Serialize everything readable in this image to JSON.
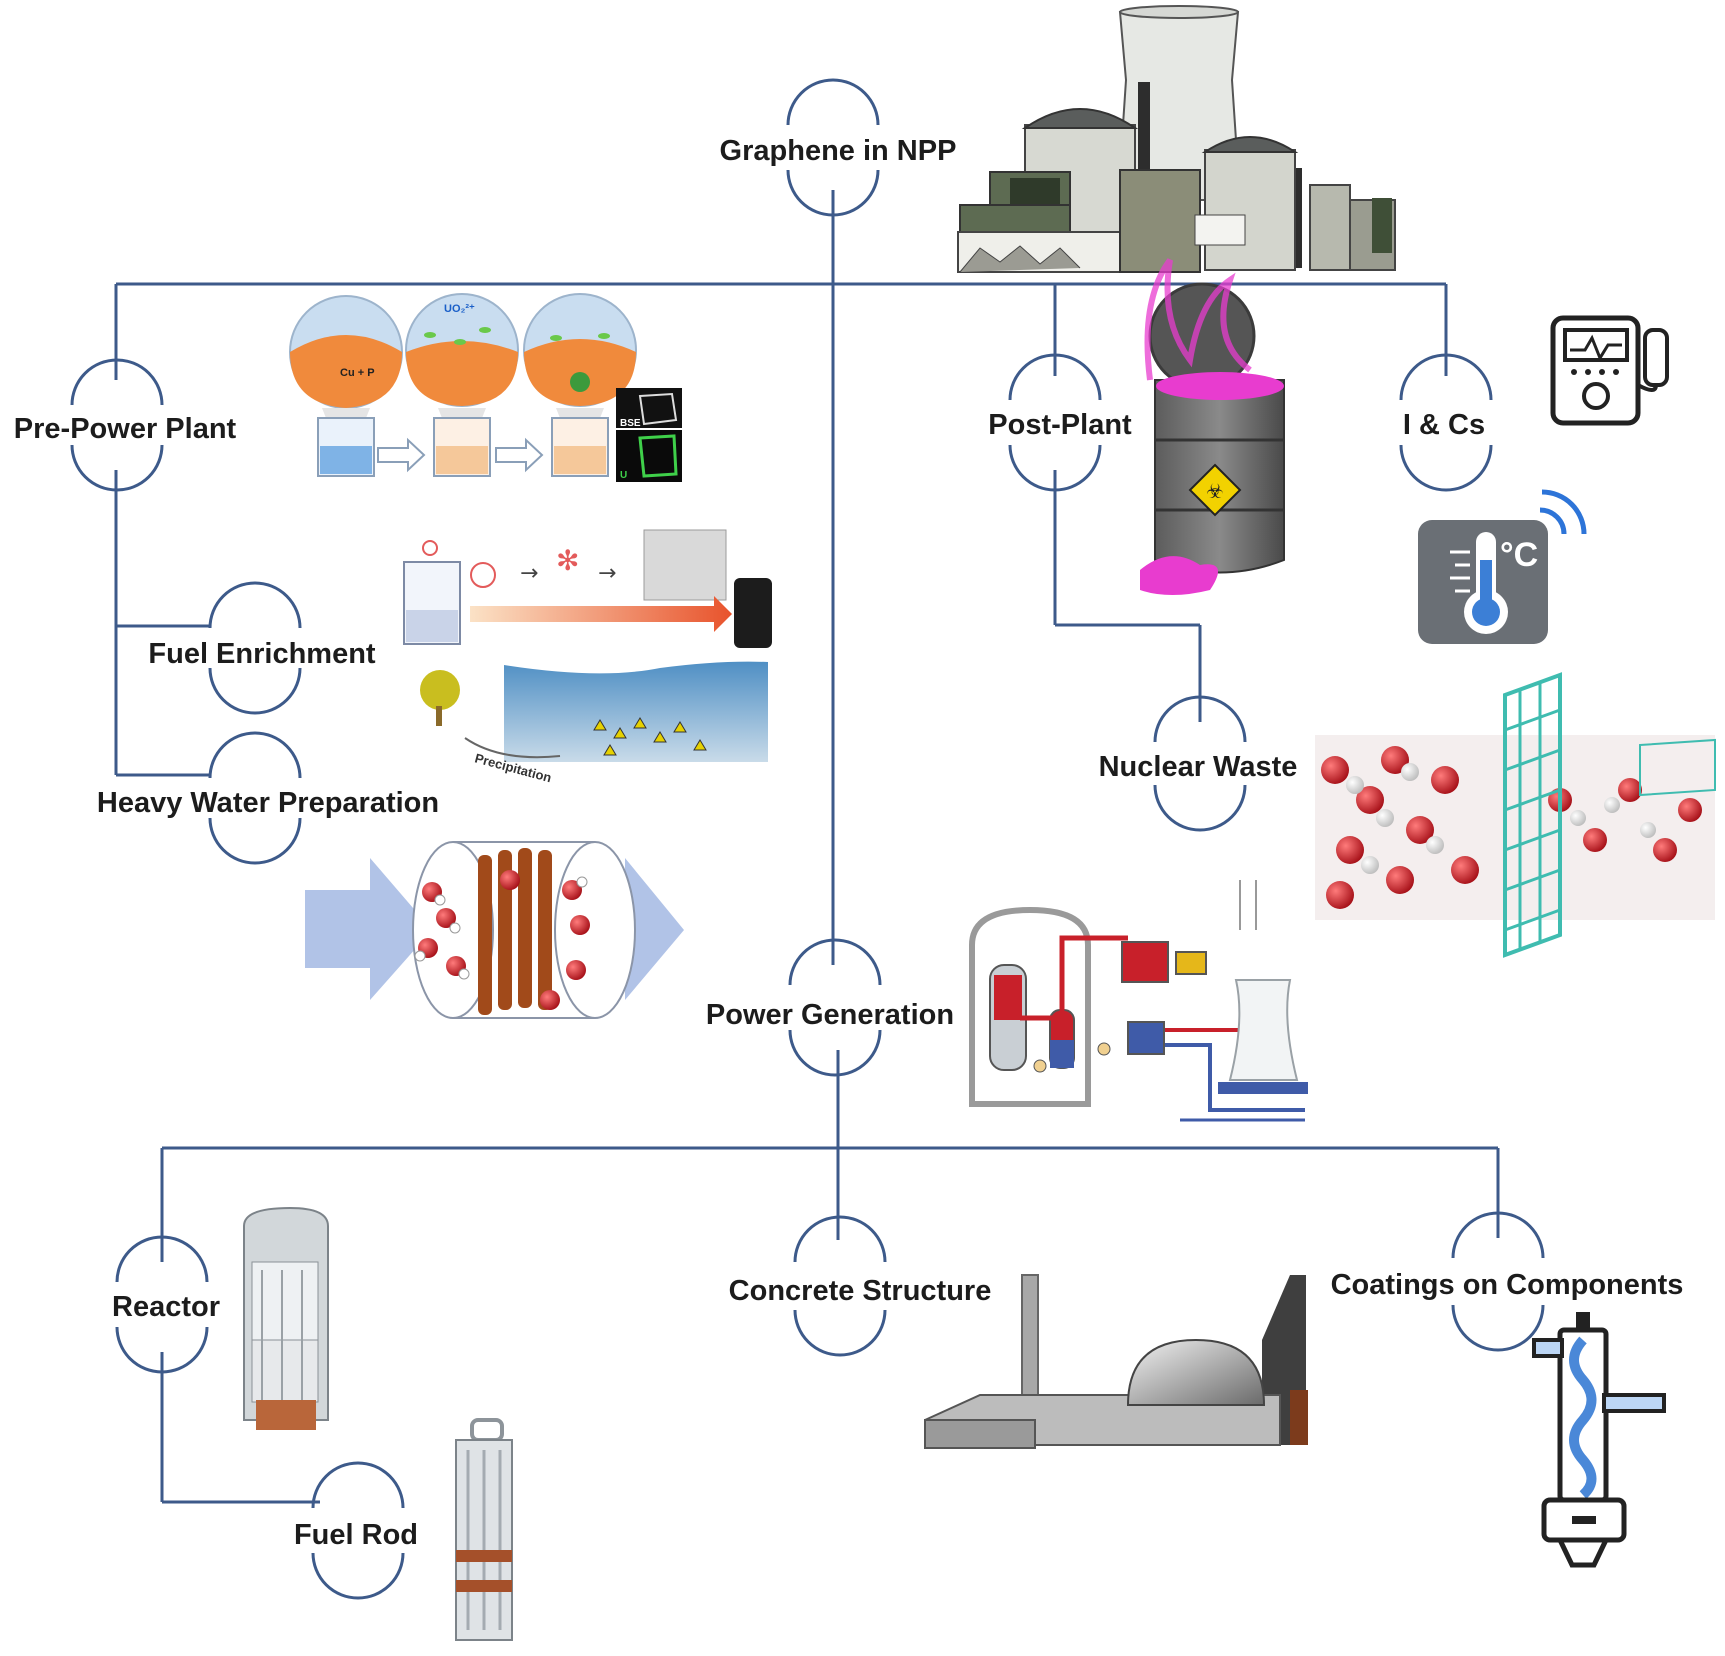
{
  "title": "Graphene in NPP",
  "nodes": {
    "pre_power_plant": "Pre-Power Plant",
    "fuel_enrichment": "Fuel Enrichment",
    "heavy_water": "Heavy Water Preparation",
    "post_plant": "Post-Plant",
    "i_and_cs": "I & Cs",
    "nuclear_waste": "Nuclear Waste",
    "power_generation": "Power Generation",
    "reactor": "Reactor",
    "fuel_rod": "Fuel Rod",
    "concrete_structure": "Concrete Structure",
    "coatings": "Coatings on Components"
  },
  "image_labels": {
    "cu_p": "Cu + P",
    "uo2": "UO₂²⁺",
    "bse": "BSE",
    "u": "U",
    "precipitation": "Precipitation",
    "celsius": "°C"
  },
  "colors": {
    "line": "#3d5a8a",
    "waste_line": "#3d5a8a",
    "label": "#1c1c1c",
    "water_red": "#c8202a",
    "graphene_teal": "#3fbcb0",
    "arrow_blue": "#9fb4de",
    "waste_magenta": "#e83ccf"
  }
}
